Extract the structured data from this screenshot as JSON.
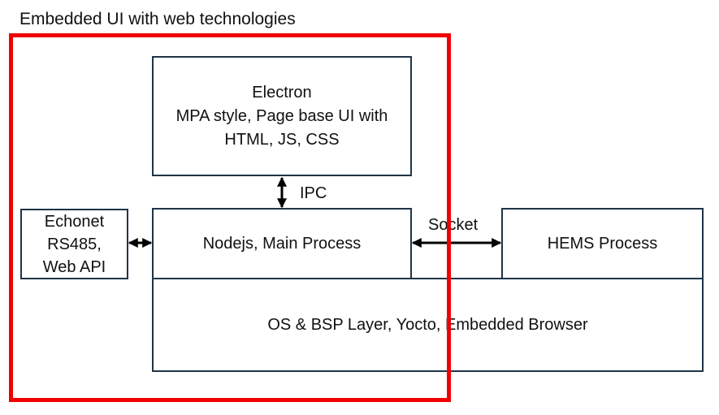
{
  "diagram": {
    "title": "Embedded UI with web technologies",
    "electron_box": {
      "lines": [
        "Electron",
        "MPA style, Page base UI with",
        "HTML, JS, CSS"
      ]
    },
    "echonet_box": {
      "lines": [
        "Echonet",
        "RS485,",
        "Web API"
      ]
    },
    "nodejs_box": {
      "label": "Nodejs, Main Process"
    },
    "hems_box": {
      "label": "HEMS Process"
    },
    "os_box": {
      "label": "OS & BSP Layer, Yocto, Embedded Browser"
    },
    "ipc_label": "IPC",
    "socket_label": "Socket",
    "colors": {
      "box_border": "#1f3447",
      "highlight": "#f00000",
      "arrow": "#000000"
    }
  }
}
